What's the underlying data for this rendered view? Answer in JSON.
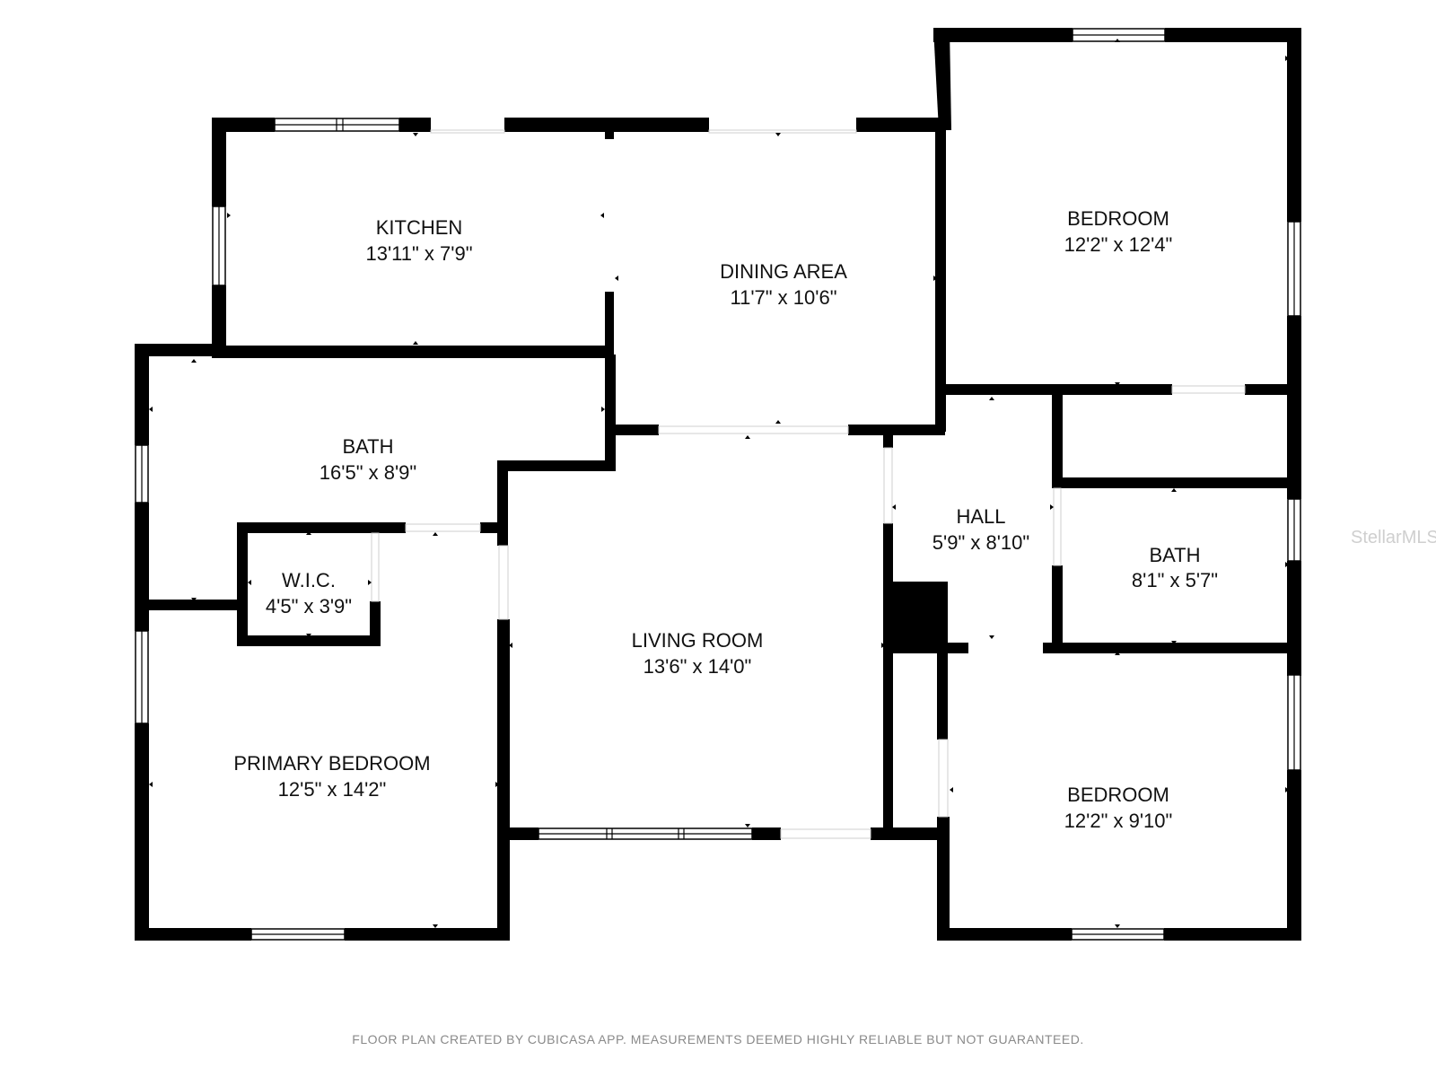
{
  "rooms": [
    {
      "id": "kitchen",
      "name": "KITCHEN",
      "dims": "13'11\" x 7'9\""
    },
    {
      "id": "dining",
      "name": "DINING AREA",
      "dims": "11'7\" x 10'6\""
    },
    {
      "id": "bedroom-ne",
      "name": "BEDROOM",
      "dims": "12'2\" x 12'4\""
    },
    {
      "id": "bath-main",
      "name": "BATH",
      "dims": "16'5\" x 8'9\""
    },
    {
      "id": "wic",
      "name": "W.I.C.",
      "dims": "4'5\" x 3'9\""
    },
    {
      "id": "hall",
      "name": "HALL",
      "dims": "5'9\" x 8'10\""
    },
    {
      "id": "bath-small",
      "name": "BATH",
      "dims": "8'1\" x 5'7\""
    },
    {
      "id": "living",
      "name": "LIVING ROOM",
      "dims": "13'6\" x 14'0\""
    },
    {
      "id": "primary",
      "name": "PRIMARY BEDROOM",
      "dims": "12'5\" x 14'2\""
    },
    {
      "id": "bedroom-se",
      "name": "BEDROOM",
      "dims": "12'2\" x 9'10\""
    }
  ],
  "footer": "FLOOR PLAN CREATED BY CUBICASA APP. MEASUREMENTS DEEMED HIGHLY RELIABLE BUT NOT GUARANTEED.",
  "watermark": "StellarMLS",
  "colors": {
    "wall": "#000000",
    "background": "#ffffff",
    "footer_text": "#8a8a8a"
  }
}
